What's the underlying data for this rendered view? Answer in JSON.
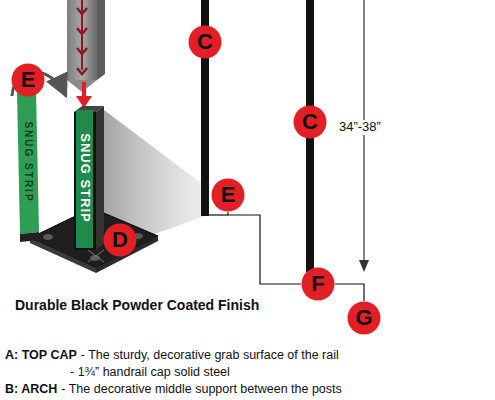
{
  "diagram": {
    "nodes": [
      {
        "text": [
          "C"
        ]
      },
      {
        "text": [
          "E"
        ]
      },
      {
        "text": [
          "C"
        ]
      },
      {
        "text": [
          "E"
        ]
      },
      {
        "text": [
          "D"
        ]
      },
      {
        "text": [
          "F"
        ]
      },
      {
        "text": [
          "G"
        ]
      }
    ],
    "edges": [
      {
        "from": 3,
        "to": 5,
        "arrow": "none"
      },
      {
        "from": 5,
        "to": 6,
        "arrow": "none"
      }
    ],
    "labels": [
      "SNUG STRIP",
      "SNUG STRIP",
      "34”-38”",
      "Durable Black Powder Coated Finish",
      "A: TOP CAP",
      "- The sturdy, decorative grab surface of the rail",
      "- 1¾” handrail cap solid steel",
      "B: ARCH",
      "- The decorative middle support between the posts"
    ]
  }
}
